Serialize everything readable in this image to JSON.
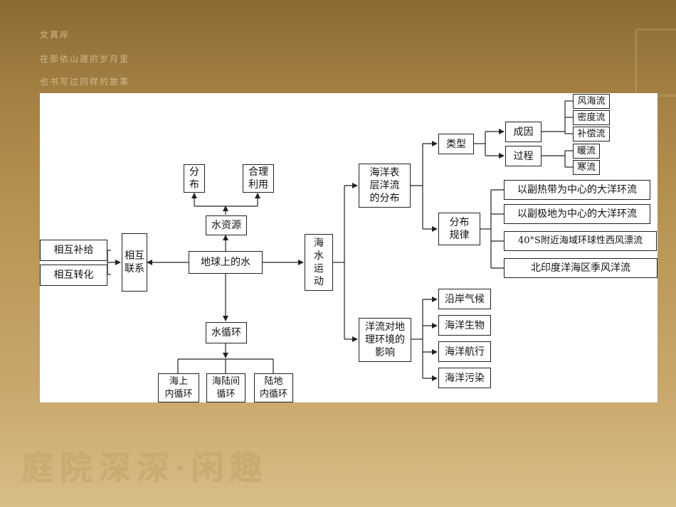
{
  "background_text": {
    "line1": "女真岸",
    "line2": "在那依山建的岁月里",
    "line3": "也书写过同样的故事",
    "seal": "庭院深深·闲趣"
  },
  "nodes": {
    "water": "地球上的水",
    "relation": "相互\n联系",
    "supply": "相互补给",
    "convert": "相互转化",
    "resource": "水资源",
    "distribution": "分\n布",
    "use": "合理\n利用",
    "cycle": "水循环",
    "sea_cycle": "海上\n内循环",
    "sea_land_cycle": "海陆间\n循环",
    "land_cycle": "陆地\n内循环",
    "motion": "海\n水\n运\n动",
    "surface": "海洋表\n层洋流\n的分布",
    "impact": "洋流对地\n理环境的\n影响",
    "type": "类型",
    "cause": "成因",
    "process": "过程",
    "wind": "风海流",
    "density": "密度流",
    "compensate": "补偿流",
    "warm": "暖流",
    "cold": "寒流",
    "rule": "分布\n规律",
    "rule1": "以副热带为中心的大洋环流",
    "rule2": "以副极地为中心的大洋环流",
    "rule3": "40°S附近海域环球性西风漂流",
    "rule4": "北印度洋海区季风洋流",
    "climate": "沿岸气候",
    "bio": "海洋生物",
    "nav": "海洋航行",
    "pollution": "海洋污染"
  }
}
